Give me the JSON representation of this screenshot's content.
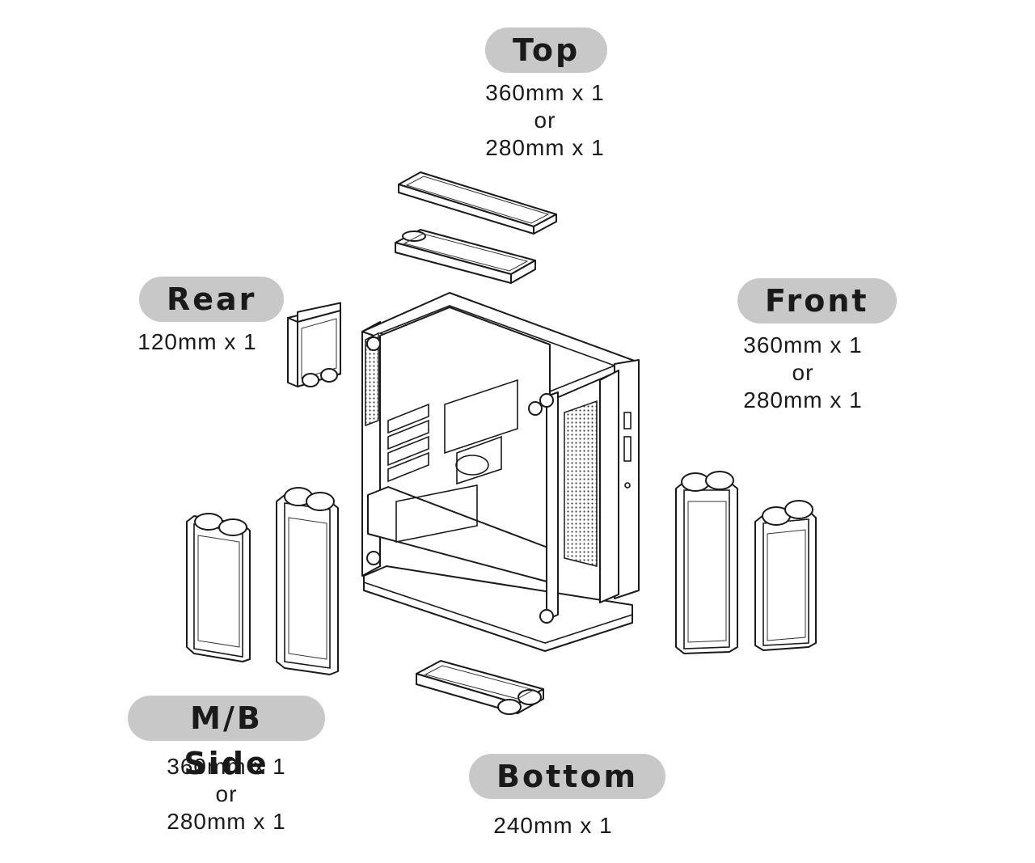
{
  "labels": {
    "top": {
      "title": "Top",
      "lines": [
        "360mm x 1",
        "or",
        "280mm x 1"
      ]
    },
    "rear": {
      "title": "Rear",
      "lines": [
        "120mm x 1"
      ]
    },
    "front": {
      "title": "Front",
      "lines": [
        "360mm x 1",
        "or",
        "280mm x 1"
      ]
    },
    "mbside": {
      "title": "M/B Side",
      "lines": [
        "360mm x 1",
        "or",
        "280mm x 1"
      ]
    },
    "bottom": {
      "title": "Bottom",
      "lines": [
        "240mm x 1"
      ]
    }
  },
  "colors": {
    "pill_bg": "#c8c8c8",
    "line": "#1a1a1a",
    "background": "#ffffff"
  },
  "icons": {
    "case": "pc-case-chassis-illustration",
    "radiator": "radiator-illustration"
  }
}
